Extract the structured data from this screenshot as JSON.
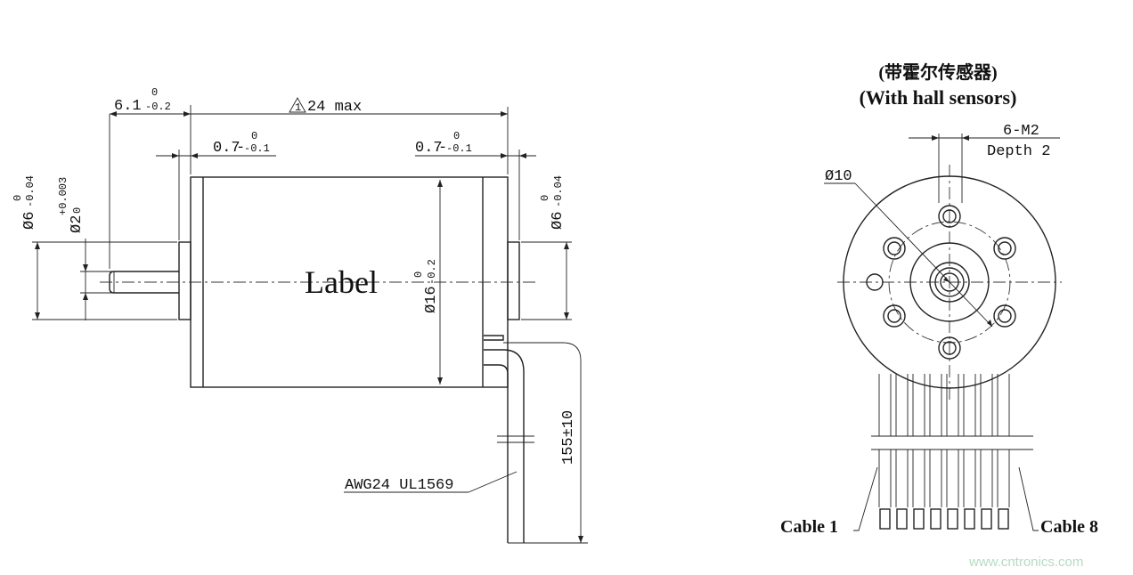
{
  "side_view": {
    "shaft_len": "6.1",
    "shaft_len_tol_upper": "0",
    "shaft_len_tol_lower": "-0.2",
    "length_warn": "1",
    "length_max": "24 max",
    "flange_left": "0.7",
    "flange_left_tol_upper": "0",
    "flange_left_tol_lower": "-0.1",
    "flange_right": "0.7",
    "flange_right_tol_upper": "0",
    "flange_right_tol_lower": "-0.1",
    "boss_dia_left": "Ø6",
    "boss_dia_left_tol_upper": "0",
    "boss_dia_left_tol_lower": "-0.04",
    "shaft_dia": "Ø2",
    "shaft_dia_tol_upper": "+0.003",
    "shaft_dia_tol_lower": "0",
    "body_dia": "Ø16",
    "body_dia_tol_upper": "0",
    "body_dia_tol_lower": "-0.2",
    "boss_dia_right": "Ø6",
    "boss_dia_right_tol_upper": "0",
    "boss_dia_right_tol_lower": "-0.04",
    "label": "Label",
    "lead_length": "155±10",
    "wire_spec": "AWG24 UL1569"
  },
  "end_view": {
    "title_cn": "(带霍尔传感器)",
    "title_en": "(With hall sensors)",
    "thread": "6-M2",
    "depth": "Depth 2",
    "pcd": "Ø10",
    "cable_first": "Cable 1",
    "cable_last": "Cable 8"
  },
  "watermark": "www.cntronics.com"
}
